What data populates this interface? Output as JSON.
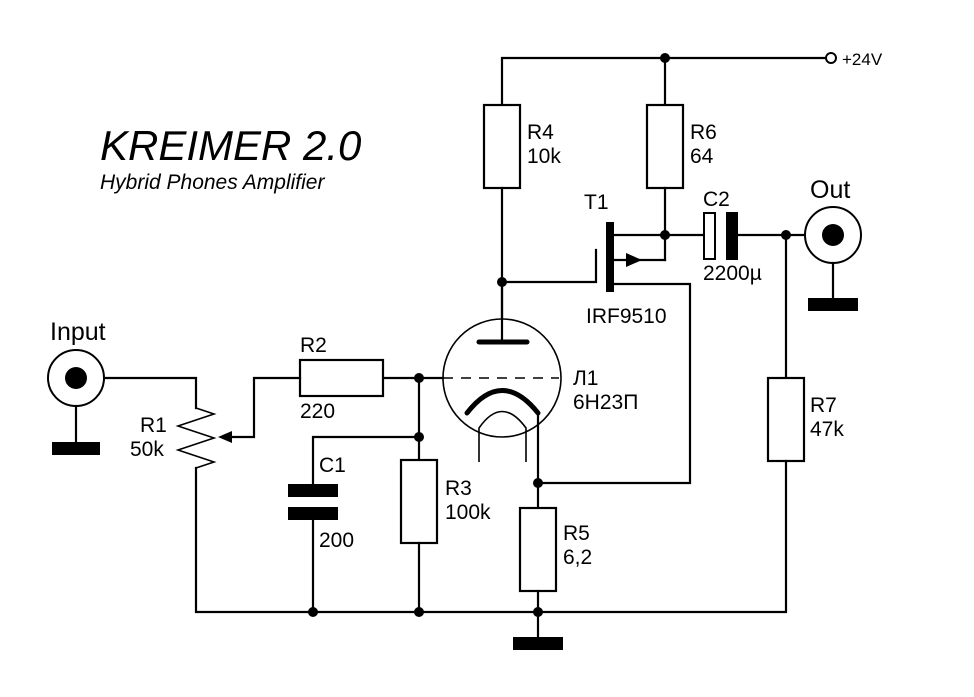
{
  "title": "KREIMER 2.0",
  "subtitle": "Hybrid Phones Amplifier",
  "supply": "+24V",
  "connectors": {
    "input": "Input",
    "output": "Out"
  },
  "components": {
    "R1": {
      "ref": "R1",
      "value": "50k",
      "type": "potentiometer"
    },
    "R2": {
      "ref": "R2",
      "value": "220",
      "type": "resistor"
    },
    "R3": {
      "ref": "R3",
      "value": "100k",
      "type": "resistor"
    },
    "R4": {
      "ref": "R4",
      "value": "10k",
      "type": "resistor"
    },
    "R5": {
      "ref": "R5",
      "value": "6,2",
      "type": "resistor"
    },
    "R6": {
      "ref": "R6",
      "value": "64",
      "type": "resistor"
    },
    "R7": {
      "ref": "R7",
      "value": "47k",
      "type": "resistor"
    },
    "C1": {
      "ref": "C1",
      "value": "200",
      "type": "capacitor"
    },
    "C2": {
      "ref": "C2",
      "value": "2200µ",
      "type": "electrolytic-capacitor"
    },
    "T1": {
      "ref": "T1",
      "value": "IRF9510",
      "type": "p-channel-mosfet"
    },
    "L1": {
      "ref": "Л1",
      "value": "6Н23П",
      "type": "triode-tube"
    }
  }
}
